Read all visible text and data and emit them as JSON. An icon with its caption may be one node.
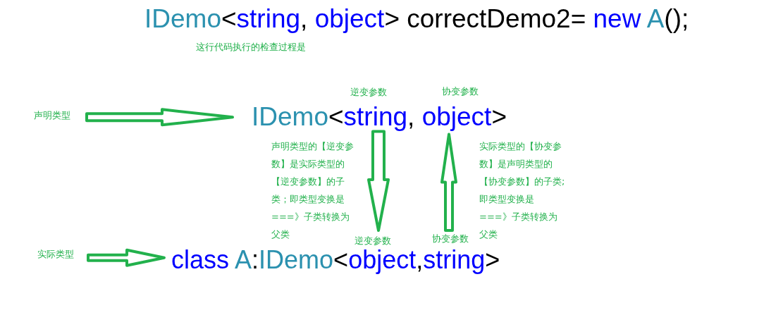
{
  "diagram": {
    "title": "IDemo<string, object> correctDemo2= new A();",
    "nodes": [
      {
        "text": [
          "声明类型"
        ]
      },
      {
        "text": [
          "IDemo<string, object>"
        ]
      },
      {
        "text": [
          "实际类型"
        ]
      },
      {
        "text": [
          "class A:IDemo<object,string>"
        ]
      }
    ],
    "edges": [
      {
        "from": 0,
        "to": 1,
        "arrow": "to"
      },
      {
        "from": 1,
        "to": 3,
        "arrow": "to"
      },
      {
        "from": 3,
        "to": 1,
        "arrow": "to"
      },
      {
        "from": 2,
        "to": 3,
        "arrow": "to"
      }
    ],
    "labels": [
      "这行代码执行的检查过程是",
      "逆变参数",
      "协变参数",
      "声明类型的【逆变参数】是实际类型的【逆变参数】的子类；即类型变换是===》子类转换为父类",
      "实际类型的【协变参数】是声明类型的【协变参数】的子类;即类型变换是===》子类转换为父类",
      "逆变参数",
      "协变参数"
    ]
  }
}
